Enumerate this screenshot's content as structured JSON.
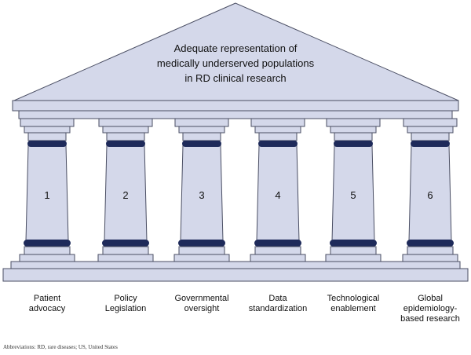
{
  "roof": {
    "lines": [
      "Adequate representation of",
      "medically underserved populations",
      "in RD clinical research"
    ]
  },
  "pillars": [
    {
      "number": "1",
      "label_lines": [
        "Patient",
        "advocacy"
      ]
    },
    {
      "number": "2",
      "label_lines": [
        "Policy",
        "Legislation"
      ]
    },
    {
      "number": "3",
      "label_lines": [
        "Governmental",
        "oversight"
      ]
    },
    {
      "number": "4",
      "label_lines": [
        "Data",
        "standardization"
      ]
    },
    {
      "number": "5",
      "label_lines": [
        "Technological",
        "enablement"
      ]
    },
    {
      "number": "6",
      "label_lines": [
        "Global",
        "epidemiology-",
        "based research"
      ]
    }
  ],
  "footnote": "Abbreviations: RD, rare diseases; US, United States",
  "colors": {
    "fill": "#d4d8ea",
    "outline": "#4a4e63",
    "ring": "#1e2a5a",
    "background": "#ffffff"
  }
}
